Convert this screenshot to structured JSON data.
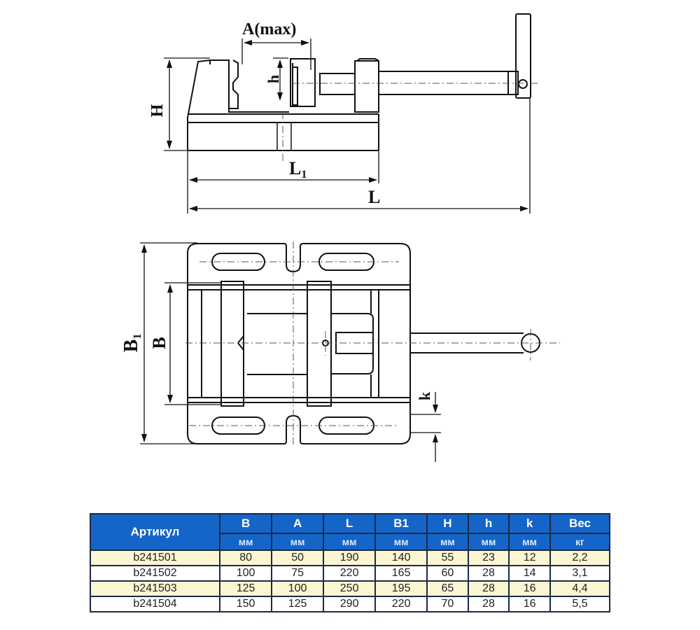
{
  "drawing": {
    "side_view": {
      "labels": {
        "A": "A(max)",
        "H": "H",
        "h": "h",
        "L1": "L",
        "L1_sub": "1",
        "L": "L"
      }
    },
    "top_view": {
      "labels": {
        "B1": "B",
        "B1_sub": "1",
        "B": "B",
        "k": "k"
      }
    }
  },
  "table": {
    "header": {
      "article": "Артикул",
      "columns": [
        {
          "name": "B",
          "unit": "мм"
        },
        {
          "name": "A",
          "unit": "мм"
        },
        {
          "name": "L",
          "unit": "мм"
        },
        {
          "name": "B1",
          "unit": "мм"
        },
        {
          "name": "H",
          "unit": "мм"
        },
        {
          "name": "h",
          "unit": "мм"
        },
        {
          "name": "k",
          "unit": "мм"
        },
        {
          "name": "Вес",
          "unit": "кг"
        }
      ]
    },
    "rows": [
      {
        "article": "b241501",
        "values": [
          "80",
          "50",
          "190",
          "140",
          "55",
          "23",
          "12",
          "2,2"
        ]
      },
      {
        "article": "b241502",
        "values": [
          "100",
          "75",
          "220",
          "165",
          "60",
          "28",
          "14",
          "3,1"
        ]
      },
      {
        "article": "b241503",
        "values": [
          "125",
          "100",
          "250",
          "195",
          "65",
          "28",
          "16",
          "4,4"
        ]
      },
      {
        "article": "b241504",
        "values": [
          "150",
          "125",
          "290",
          "220",
          "70",
          "28",
          "16",
          "5,5"
        ]
      }
    ],
    "colors": {
      "header_bg": "#1565c8",
      "odd_row_bg": "#fcf6d2",
      "even_row_bg": "#ffffff",
      "border": "#1b2a45"
    }
  }
}
